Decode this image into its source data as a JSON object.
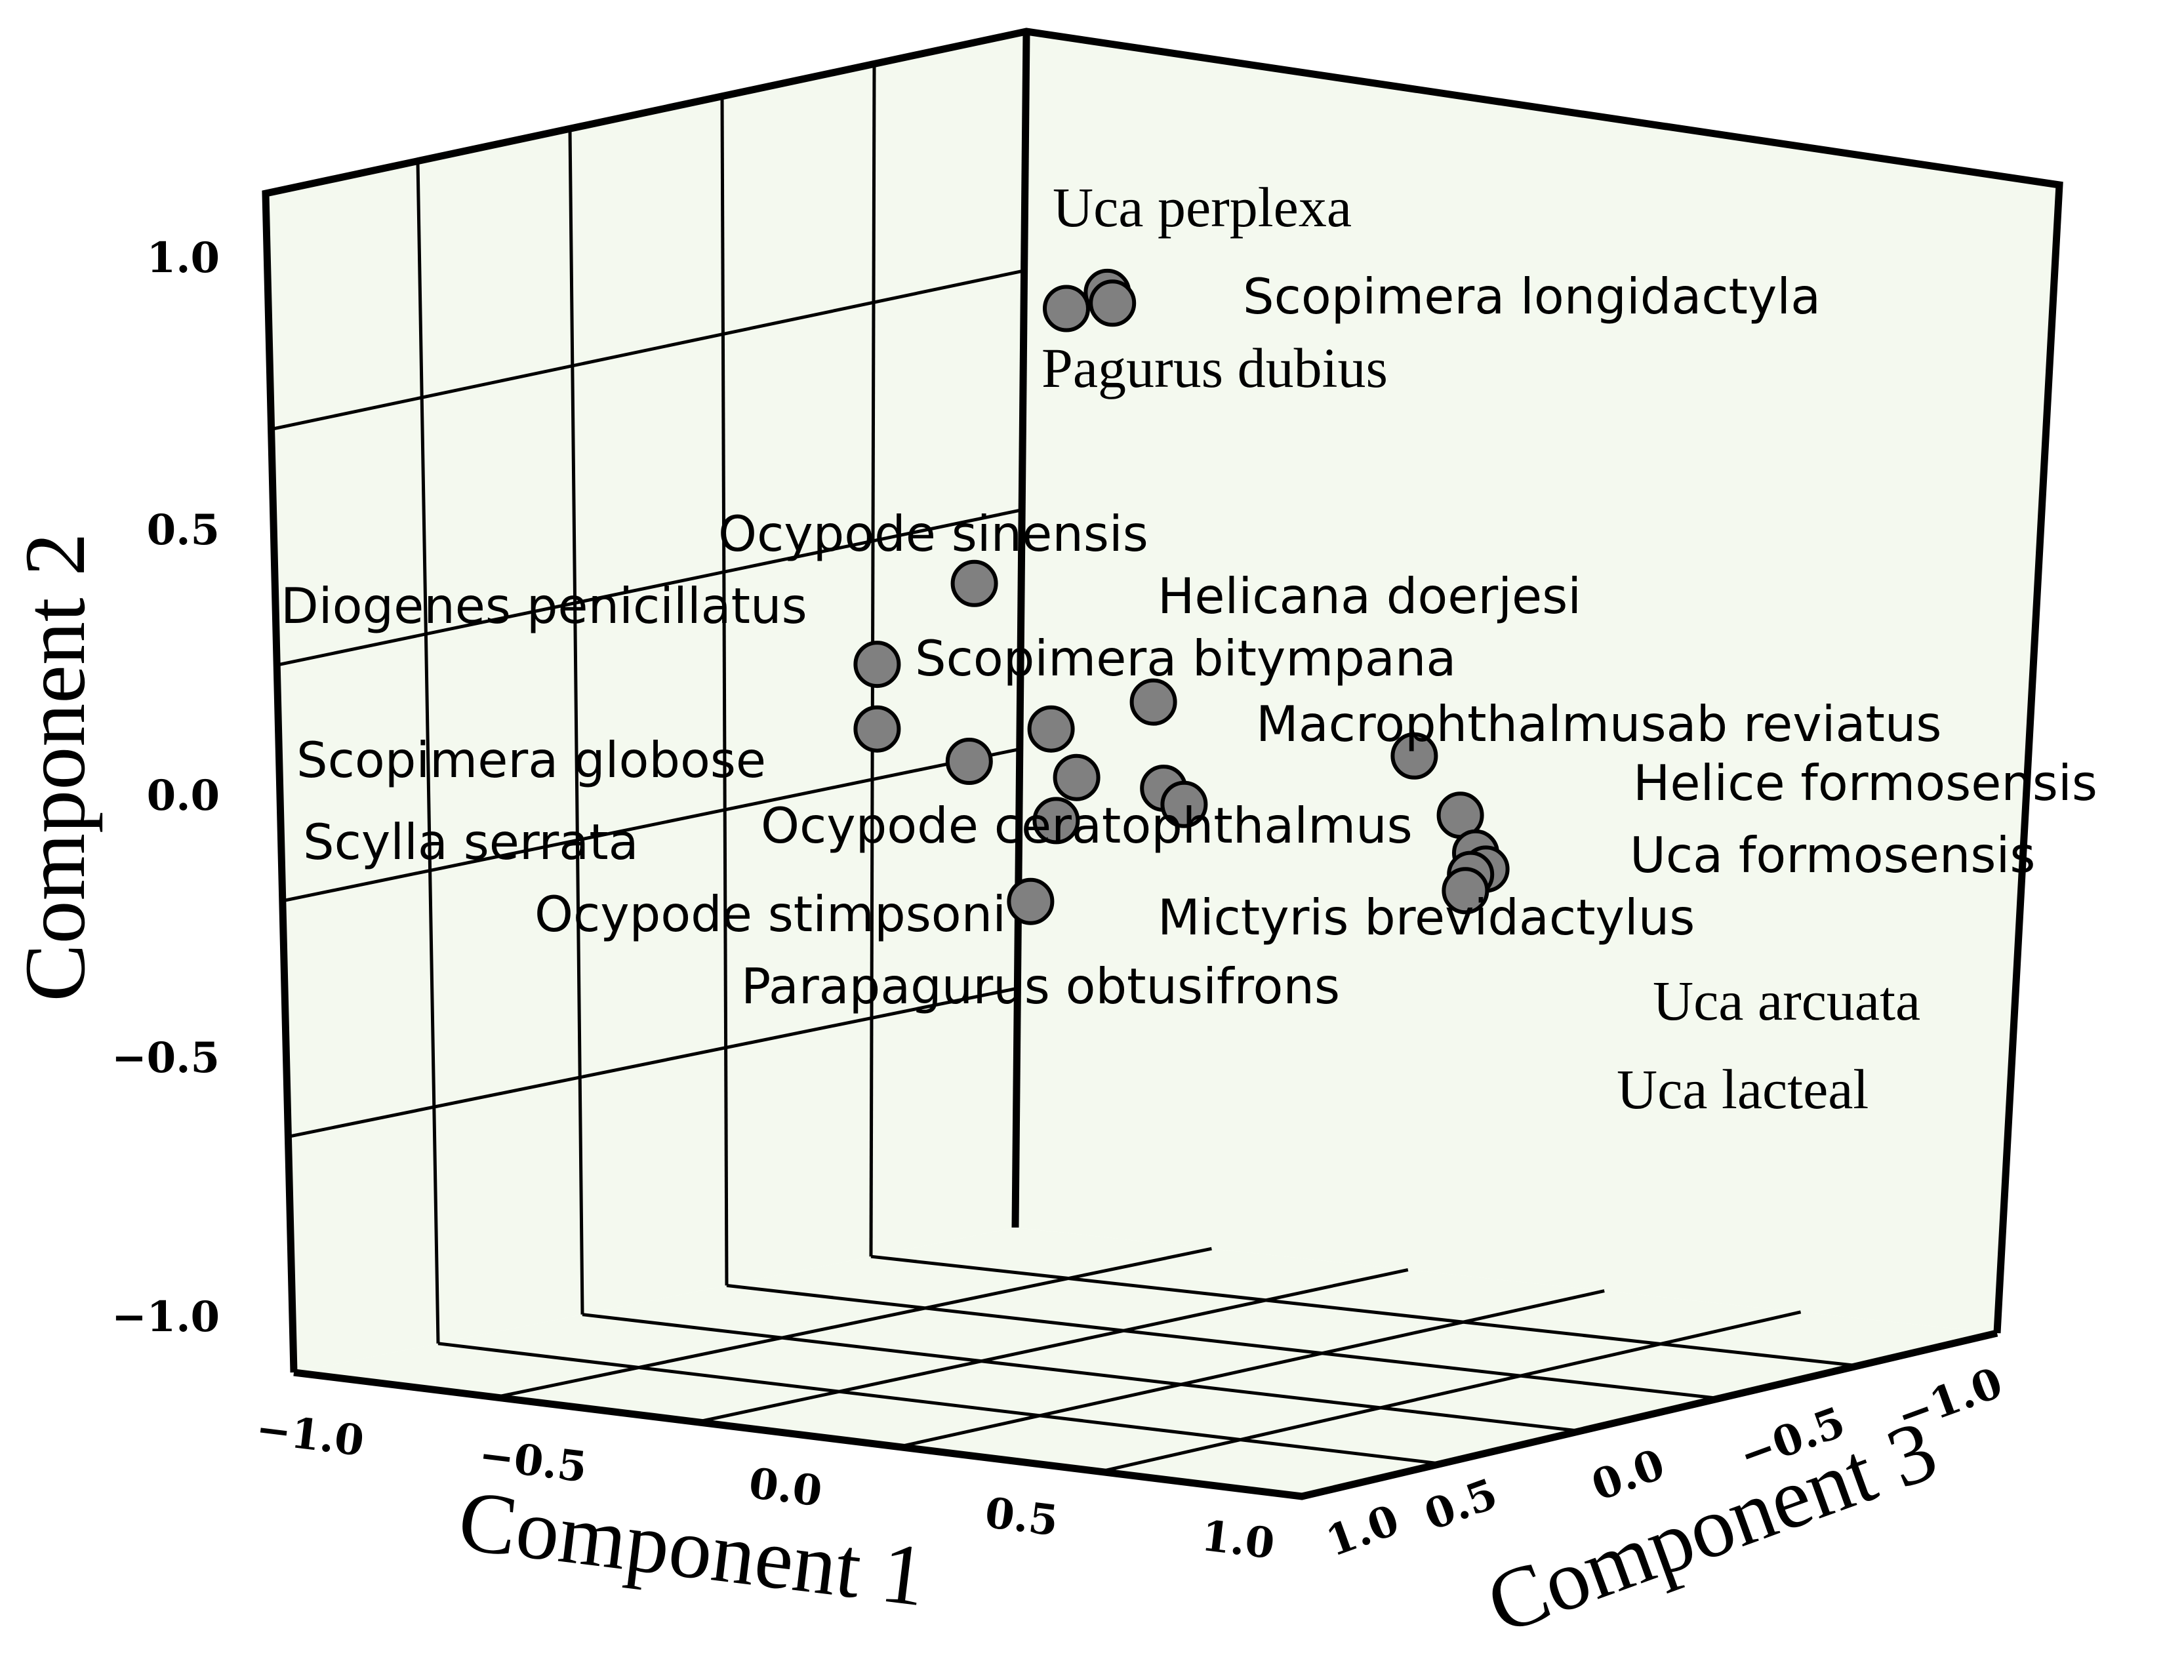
{
  "chart_data": {
    "type": "scatter",
    "projection": "3d",
    "xlabel": "Component  1",
    "ylabel": "Component  2",
    "zlabel": "Component  3",
    "xticks": [
      "−1.0",
      "−0.5",
      "0.0",
      "0.5",
      "1.0"
    ],
    "yticks": [
      "−1.0",
      "−0.5",
      "0.0",
      "0.5",
      "1.0"
    ],
    "zticks": [
      "1.0",
      "0.5",
      "0.0",
      "−0.5",
      "−1.0"
    ],
    "xlim": [
      -1.0,
      1.0
    ],
    "ylim": [
      -1.0,
      1.0
    ],
    "zlim": [
      -1.0,
      1.0
    ],
    "grid": true,
    "marker_color": "#808080",
    "pane_color": "#f4f9ef",
    "points": [
      {
        "x": 0.1,
        "y": 0.93,
        "z": 0.0
      },
      {
        "x": 0.18,
        "y": 0.96,
        "z": 0.0
      },
      {
        "x": 0.19,
        "y": 0.94,
        "z": 0.0
      },
      {
        "x": -0.08,
        "y": 0.42,
        "z": 0.0
      },
      {
        "x": -0.27,
        "y": 0.27,
        "z": 0.0
      },
      {
        "x": -0.27,
        "y": 0.15,
        "z": 0.0
      },
      {
        "x": -0.09,
        "y": 0.09,
        "z": 0.0
      },
      {
        "x": 0.07,
        "y": 0.15,
        "z": 0.0
      },
      {
        "x": 0.12,
        "y": 0.06,
        "z": 0.0
      },
      {
        "x": 0.08,
        "y": -0.02,
        "z": 0.0
      },
      {
        "x": 0.03,
        "y": -0.17,
        "z": 0.0
      },
      {
        "x": 0.27,
        "y": 0.2,
        "z": 0.0
      },
      {
        "x": 0.29,
        "y": 0.04,
        "z": 0.0
      },
      {
        "x": 0.33,
        "y": 0.01,
        "z": 0.0
      },
      {
        "x": 0.78,
        "y": 0.1,
        "z": 0.0
      },
      {
        "x": 0.87,
        "y": -0.01,
        "z": 0.0
      },
      {
        "x": 0.9,
        "y": -0.08,
        "z": 0.0
      },
      {
        "x": 0.92,
        "y": -0.11,
        "z": 0.0
      },
      {
        "x": 0.89,
        "y": -0.12,
        "z": 0.0
      },
      {
        "x": 0.88,
        "y": -0.15,
        "z": 0.0
      }
    ],
    "labels": [
      "Uca perplexa",
      "Scopimera longidactyla",
      "Pagurus dubius",
      "Ocypode sinensis",
      "Diogenes penicillatus",
      "Helicana doerjesi",
      "Scopimera bitympana",
      "Macrophthalmusab reviatus",
      "Scopimera globose",
      "Helice formosensis",
      "Ocypode ceratophthalmus",
      "Scylla serrata",
      "Uca formosensis",
      "Ocypode stimpsoni",
      "Mictyris brevidactylus",
      "Parapagurus obtusifrons",
      "Uca arcuata",
      "Uca lacteal"
    ]
  }
}
